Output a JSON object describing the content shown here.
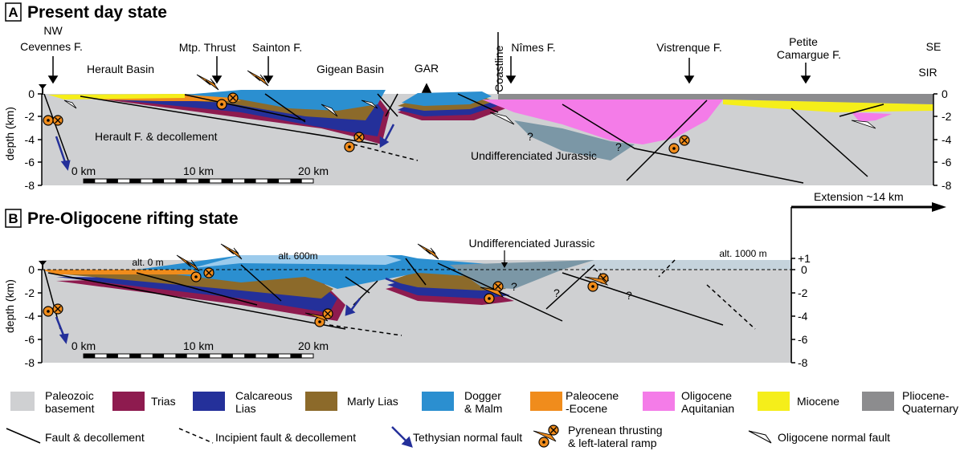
{
  "panel_a": {
    "letter": "A",
    "title": "Present day state",
    "nw": "NW",
    "se": "SE",
    "labels": {
      "cevennes": "Cevennes F.",
      "herault_basin": "Herault  Basin",
      "mtp_thrust": "Mtp. Thrust",
      "sainton": "Sainton F.",
      "gigean": "Gigean Basin",
      "gar": "GAR",
      "coastline": "Coastline",
      "nimes": "Nîmes  F.",
      "vistrenque": "Vistrenque  F.",
      "petite": "Petite",
      "camargue": "Camargue  F.",
      "sir": "SIR",
      "herault_fault": "Herault  F. & decollement",
      "undiff": "Undifferenciated Jurassic",
      "q1": "?",
      "q2": "?"
    },
    "axis_label": "depth (km)",
    "ticks": [
      "0",
      "-2",
      "-4",
      "-6",
      "-8"
    ],
    "scale": [
      "0 km",
      "10 km",
      "20 km"
    ]
  },
  "panel_b": {
    "letter": "B",
    "title": "Pre-Oligocene rifting state",
    "labels": {
      "alt0": "alt. 0 m",
      "alt600": "alt. 600m",
      "alt1000": "alt. 1000 m",
      "undiff": "Undifferenciated Jurassic",
      "q1": "?",
      "q2": "?",
      "q3": "?"
    },
    "axis_label": "depth (km)",
    "ticks": [
      "0",
      "-2",
      "-4",
      "-6",
      "-8"
    ],
    "extra_tick": "+1",
    "scale": [
      "0 km",
      "10 km",
      "20 km"
    ]
  },
  "extension": "Extension ~14 km",
  "legend": {
    "items": [
      {
        "label": "Paleozoic basement",
        "line1": "Paleozoic",
        "line2": "basement",
        "color": "#cfd0d2"
      },
      {
        "label": "Trias",
        "line1": "Trias",
        "line2": "",
        "color": "#8e1b4f"
      },
      {
        "label": "Calcareous Lias",
        "line1": "Calcareous",
        "line2": "Lias",
        "color": "#24309a"
      },
      {
        "label": "Marly Lias",
        "line1": "Marly Lias",
        "line2": "",
        "color": "#8c6a2a"
      },
      {
        "label": "Dogger & Malm",
        "line1": "Dogger",
        "line2": "& Malm",
        "color": "#2b8fd0"
      },
      {
        "label": "Paleocene -Eocene",
        "line1": "Paleocene",
        "line2": "-Eocene",
        "color": "#f08c1c"
      },
      {
        "label": "Oligocene Aquitanian",
        "line1": "Oligocene",
        "line2": "Aquitanian",
        "color": "#f47ce8"
      },
      {
        "label": "Miocene",
        "line1": "Miocene",
        "line2": "",
        "color": "#f5ee1a"
      },
      {
        "label": "Pliocene- Quaternary",
        "line1": "Pliocene-",
        "line2": "Quaternary",
        "color": "#8c8c8e"
      }
    ],
    "lines": {
      "fault": "Fault & decollement",
      "incipient": "Incipient fault & decollement",
      "tethysian": "Tethysian normal fault",
      "pyrenean1": "Pyrenean  thrusting",
      "pyrenean2": "& left-lateral ramp",
      "oligocene": "Oligocene normal fault"
    }
  }
}
